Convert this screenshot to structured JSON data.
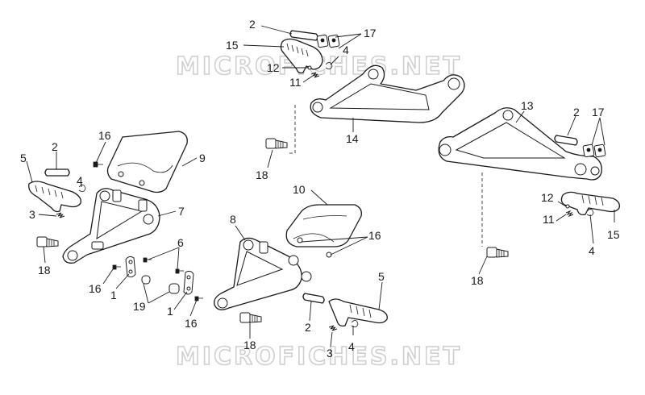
{
  "watermark": {
    "top": "MICROFICHES.NET",
    "bottom": "MICROFICHES.NET"
  },
  "callouts": {
    "l5": "5",
    "l2": "2",
    "l16a": "16",
    "l9": "9",
    "l4a": "4",
    "l3a": "3",
    "l7": "7",
    "l18a": "18",
    "l6": "6",
    "l16b": "16",
    "l1a": "1",
    "l19": "19",
    "l1b": "1",
    "l16c": "16",
    "t2": "2",
    "t17": "17",
    "t15": "15",
    "t4": "4",
    "t12": "12",
    "t11": "11",
    "t14": "14",
    "t18": "18",
    "m10": "10",
    "m8": "8",
    "m16": "16",
    "m5": "5",
    "m2": "2",
    "m4": "4",
    "m3": "3",
    "m18": "18",
    "r13": "13",
    "r2": "2",
    "r17": "17",
    "r12": "12",
    "r11": "11",
    "r15": "15",
    "r4": "4",
    "r18": "18"
  }
}
